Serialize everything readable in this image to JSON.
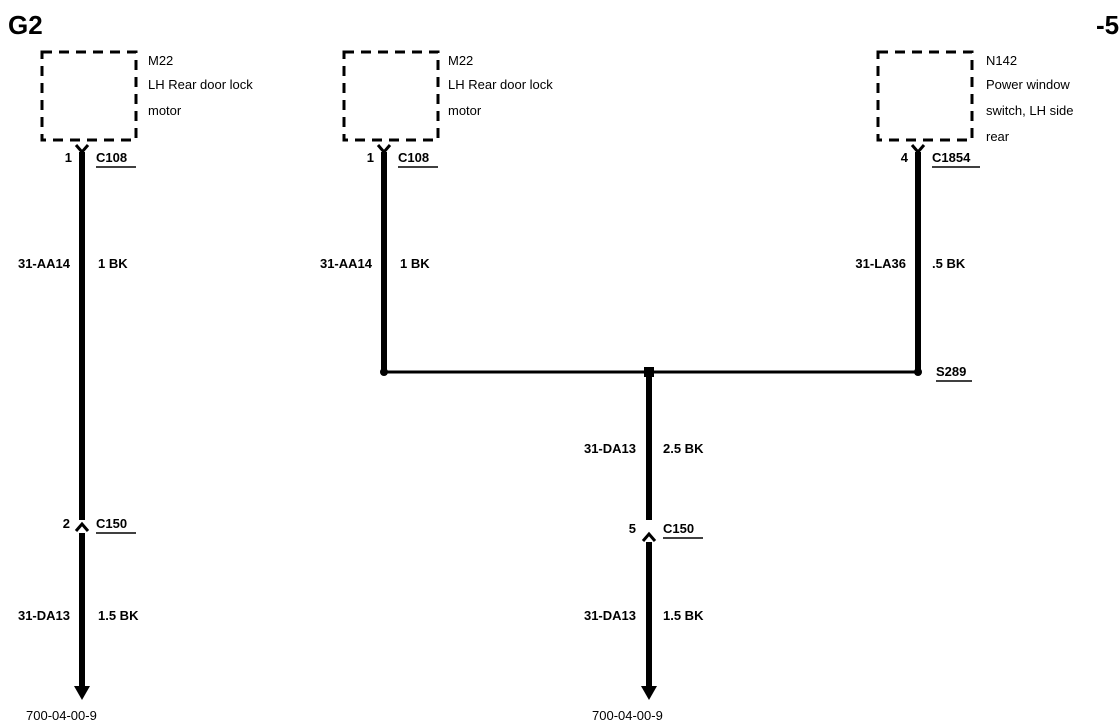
{
  "page": {
    "grid_ref": "G2",
    "page_suffix": "-5"
  },
  "components": [
    {
      "id": "M22",
      "lines": [
        "LH Rear door lock",
        "motor"
      ]
    },
    {
      "id": "M22",
      "lines": [
        "LH Rear door lock",
        "motor"
      ]
    },
    {
      "id": "N142",
      "lines": [
        "Power window",
        "switch, LH side",
        "rear"
      ]
    }
  ],
  "connectors": {
    "c1": {
      "pin": "1",
      "name": "C108"
    },
    "c2": {
      "pin": "1",
      "name": "C108"
    },
    "c3": {
      "pin": "4",
      "name": "C1854"
    },
    "c4": {
      "pin": "2",
      "name": "C150"
    },
    "c5": {
      "pin": "5",
      "name": "C150"
    }
  },
  "splice": {
    "name": "S289"
  },
  "wires": {
    "w1": {
      "circuit": "31-AA14",
      "spec": "1 BK"
    },
    "w2": {
      "circuit": "31-AA14",
      "spec": "1 BK"
    },
    "w3": {
      "circuit": "31-LA36",
      "spec": ".5 BK"
    },
    "w4": {
      "circuit": "31-DA13",
      "spec": "2.5 BK"
    },
    "w5": {
      "circuit": "31-DA13",
      "spec": "1.5 BK"
    },
    "w6": {
      "circuit": "31-DA13",
      "spec": "1.5 BK"
    }
  },
  "refs": {
    "r1": "700-04-00-9",
    "r2": "700-04-00-9"
  }
}
